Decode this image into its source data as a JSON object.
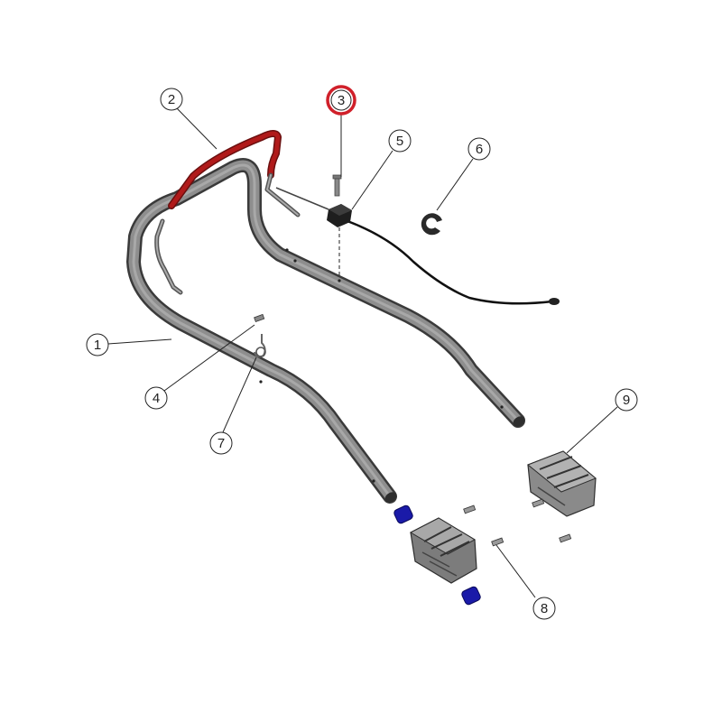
{
  "diagram": {
    "highlighted_part": "3",
    "highlight_color": "#d0202a",
    "handle_color": "#5a5a5a",
    "grip_color": "#b01a1a",
    "bushing_color": "#1a1aa8",
    "callouts": [
      {
        "id": "1",
        "label": "1",
        "part": "lower-handle-frame"
      },
      {
        "id": "2",
        "label": "2",
        "part": "control-bail"
      },
      {
        "id": "3",
        "label": "3",
        "part": "cable-pin"
      },
      {
        "id": "4",
        "label": "4",
        "part": "pin"
      },
      {
        "id": "5",
        "label": "5",
        "part": "cable-clip-and-cable"
      },
      {
        "id": "6",
        "label": "6",
        "part": "cable-retainer"
      },
      {
        "id": "7",
        "label": "7",
        "part": "cable-hook"
      },
      {
        "id": "8",
        "label": "8",
        "part": "bolt"
      },
      {
        "id": "9",
        "label": "9",
        "part": "handle-bracket"
      }
    ]
  }
}
